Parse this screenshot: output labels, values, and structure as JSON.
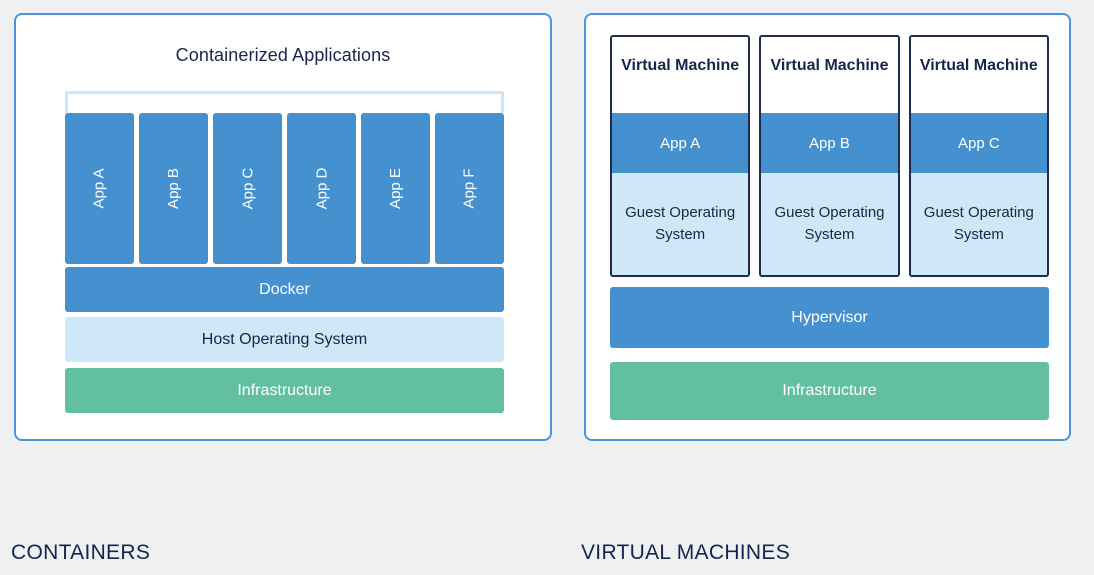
{
  "background_color": "#eef0f2",
  "colors": {
    "panel_border": "#4d94d8",
    "blue": "#4591cf",
    "light_blue": "#cfe8f7",
    "bracket_blue": "#cfe4f6",
    "green": "#62bfa2",
    "navy_text": "#17264d",
    "vm_card_border": "#1c2b4f"
  },
  "containers": {
    "title": "Containerized Applications",
    "apps": [
      {
        "label": "App A"
      },
      {
        "label": "App B"
      },
      {
        "label": "App C"
      },
      {
        "label": "App D"
      },
      {
        "label": "App E"
      },
      {
        "label": "App F"
      }
    ],
    "layers": [
      {
        "label": "Docker"
      },
      {
        "label": "Host Operating System"
      },
      {
        "label": "Infrastructure"
      }
    ],
    "caption": "CONTAINERS"
  },
  "virtual_machines": {
    "cards": [
      {
        "title": "Virtual Machine",
        "app": "App A",
        "guest_os": "Guest Operating System"
      },
      {
        "title": "Virtual Machine",
        "app": "App B",
        "guest_os": "Guest Operating System"
      },
      {
        "title": "Virtual Machine",
        "app": "App C",
        "guest_os": "Guest Operating System"
      }
    ],
    "layers": [
      {
        "label": "Hypervisor"
      },
      {
        "label": "Infrastructure"
      }
    ],
    "caption": "VIRTUAL MACHINES"
  }
}
